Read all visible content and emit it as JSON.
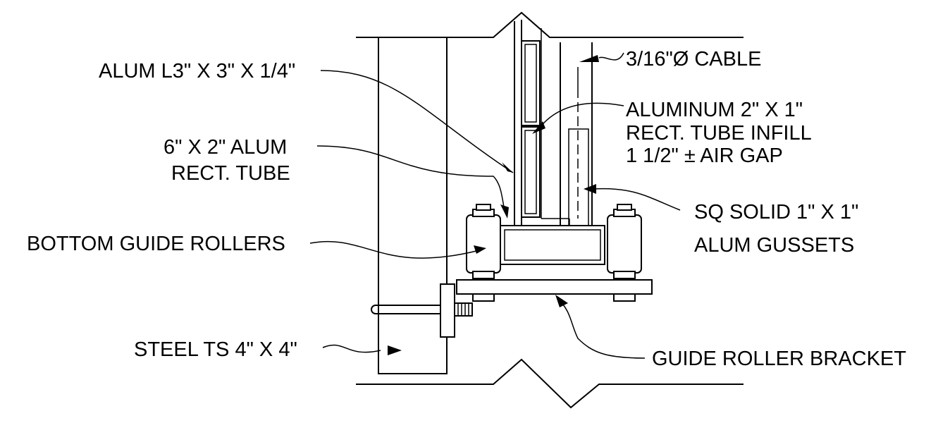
{
  "labels": {
    "alum_angle": "ALUM L3\" X 3\" X 1/4\"",
    "cable": "3/16\"Ø CABLE",
    "infill_1": "ALUMINUM 2\" X 1\"",
    "infill_2": "RECT. TUBE INFILL",
    "infill_3": "1 1/2\" ± AIR GAP",
    "rect_tube_1": "6\" X 2\" ALUM",
    "rect_tube_2": "RECT. TUBE",
    "gussets_1": "SQ SOLID 1\" X 1\"",
    "gussets_2": "ALUM GUSSETS",
    "rollers": "BOTTOM GUIDE ROLLERS",
    "steel_ts": "STEEL TS 4\" X 4\"",
    "bracket": "GUIDE ROLLER BRACKET"
  }
}
